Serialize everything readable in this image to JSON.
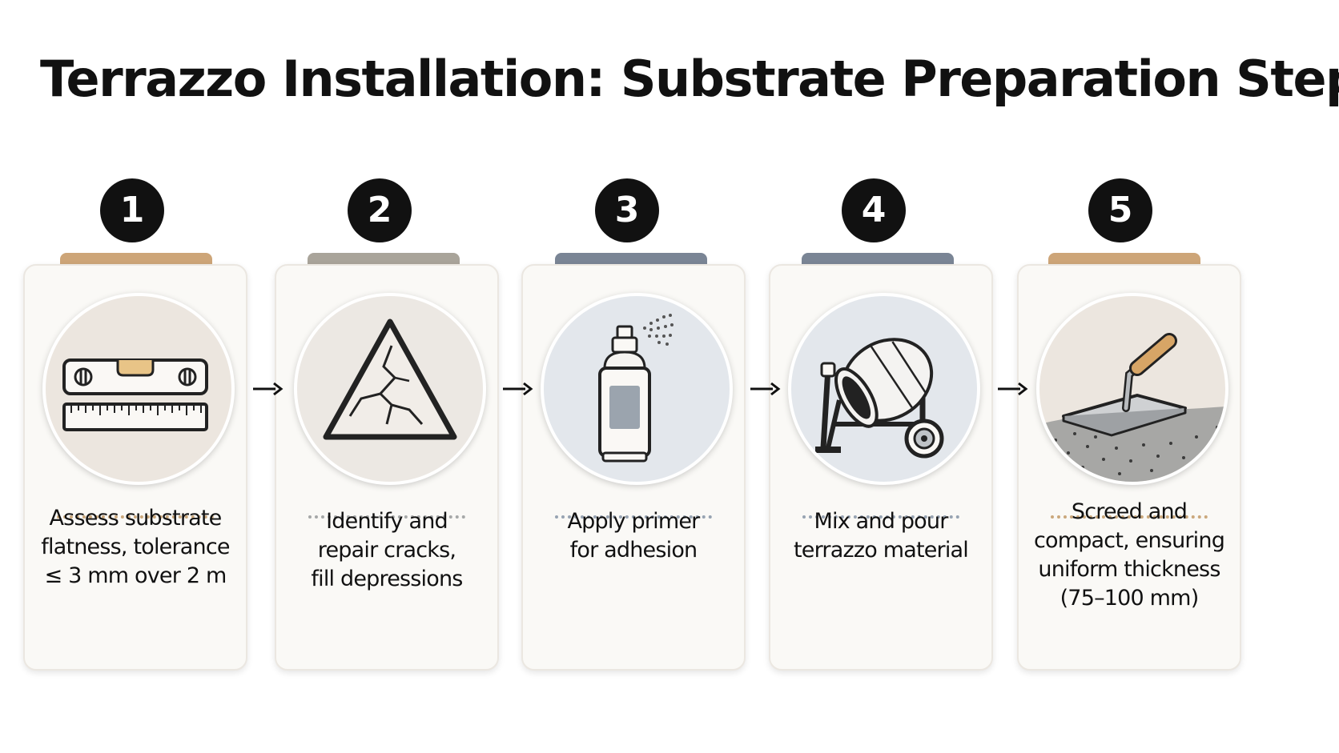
{
  "title": "Terrazzo Installation: Substrate Preparation Steps",
  "colors": {
    "number_badge": "#111111",
    "tab_warm": "#cda578",
    "tab_gray": "#a9a49a",
    "tab_slate": "#7a8595",
    "dots_warm": "#cba87c",
    "dots_slate": "#97a3b2"
  },
  "steps": [
    {
      "number": "1",
      "icon": "spirit-level-and-ruler-icon",
      "lines": [
        "Assess substrate",
        "flatness, tolerance",
        "≤ 3 mm over 2 m"
      ]
    },
    {
      "number": "2",
      "icon": "cracked-warning-triangle-icon",
      "lines": [
        "Identify and",
        "repair cracks,",
        "fill depressions"
      ]
    },
    {
      "number": "3",
      "icon": "spray-primer-can-icon",
      "lines": [
        "Apply primer",
        "for adhesion"
      ]
    },
    {
      "number": "4",
      "icon": "concrete-mixer-icon",
      "lines": [
        "Mix and pour",
        "terrazzo material"
      ]
    },
    {
      "number": "5",
      "icon": "trowel-screed-icon",
      "lines": [
        "Screed and",
        "compact, ensuring",
        "uniform thickness",
        "(75–100 mm)"
      ]
    }
  ]
}
